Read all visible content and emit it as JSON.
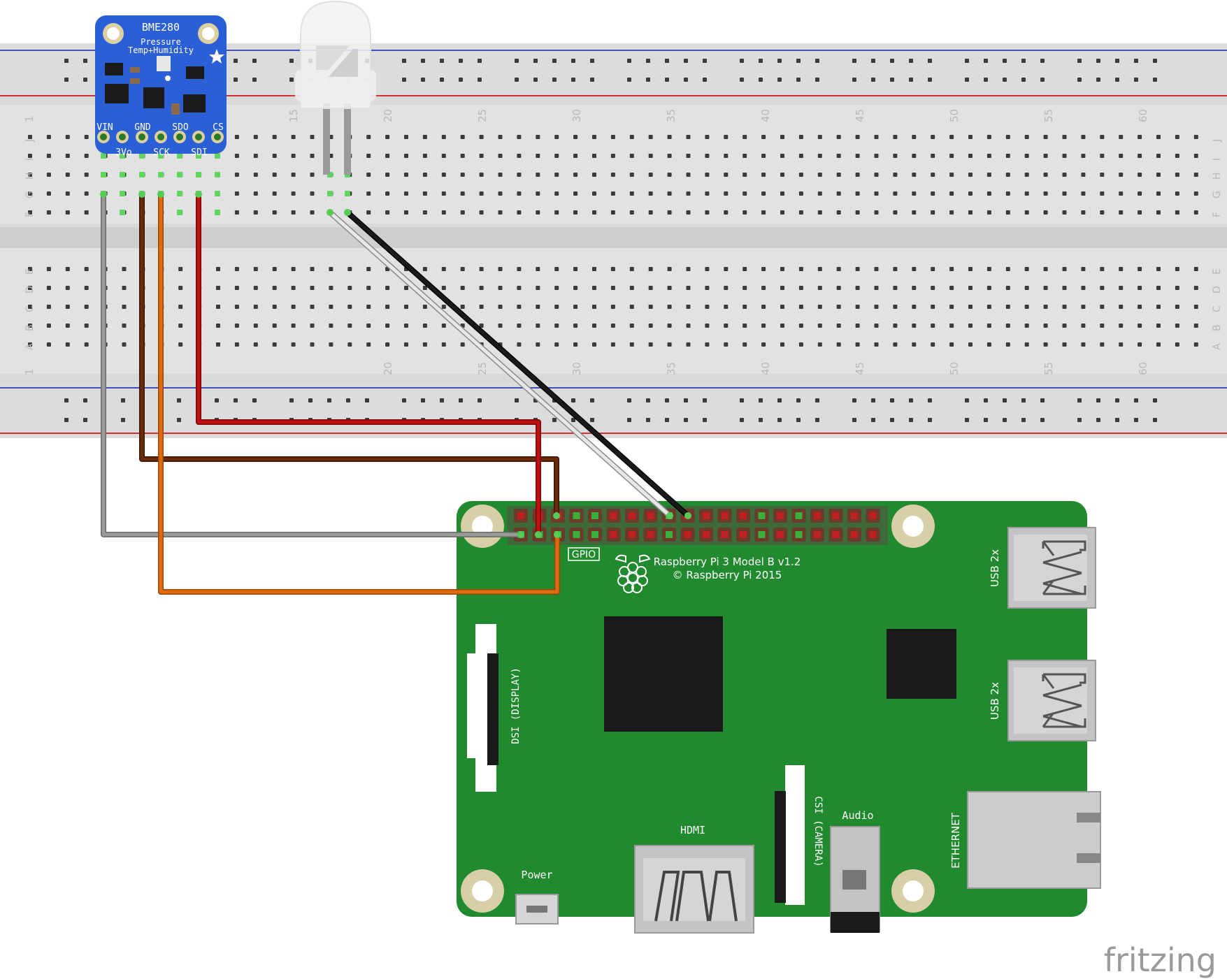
{
  "breadboard": {
    "column_numbers": [
      "1",
      "15",
      "20",
      "25",
      "30",
      "35",
      "40",
      "45",
      "50",
      "55",
      "60"
    ],
    "row_letters_top": [
      "J",
      "I",
      "H",
      "G",
      "F"
    ],
    "row_letters_bottom": [
      "E",
      "D",
      "C",
      "B",
      "A"
    ]
  },
  "sensor": {
    "name": "BME280",
    "line1": "Pressure",
    "line2": "Temp+Humidity",
    "pins_top": [
      "VIN",
      "GND",
      "SDO",
      "CS"
    ],
    "pins_bottom": [
      "3Vo",
      "SCK",
      "SDI"
    ]
  },
  "pi": {
    "model": "Raspberry Pi 3 Model B v1.2",
    "copyright": "© Raspberry Pi 2015",
    "gpio_label": "GPIO",
    "usb1_label": "USB 2x",
    "usb2_label": "USB 2x",
    "dsi_label": "DSI (DISPLAY)",
    "csi_label": "CSI (CAMERA)",
    "hdmi_label": "HDMI",
    "audio_label": "Audio",
    "power_label": "Power",
    "ethernet_label": "ETHERNET"
  },
  "wires": [
    {
      "name": "vin-wire",
      "color": "#9a9a9a"
    },
    {
      "name": "gnd-wire",
      "color": "#6b2a0a"
    },
    {
      "name": "sck-wire",
      "color": "#e06a10"
    },
    {
      "name": "sdi-wire",
      "color": "#c01010"
    },
    {
      "name": "led-white-wire",
      "color": "#e8e8e8"
    },
    {
      "name": "led-black-wire",
      "color": "#1a1a1a"
    }
  ],
  "watermark": "fritzing"
}
